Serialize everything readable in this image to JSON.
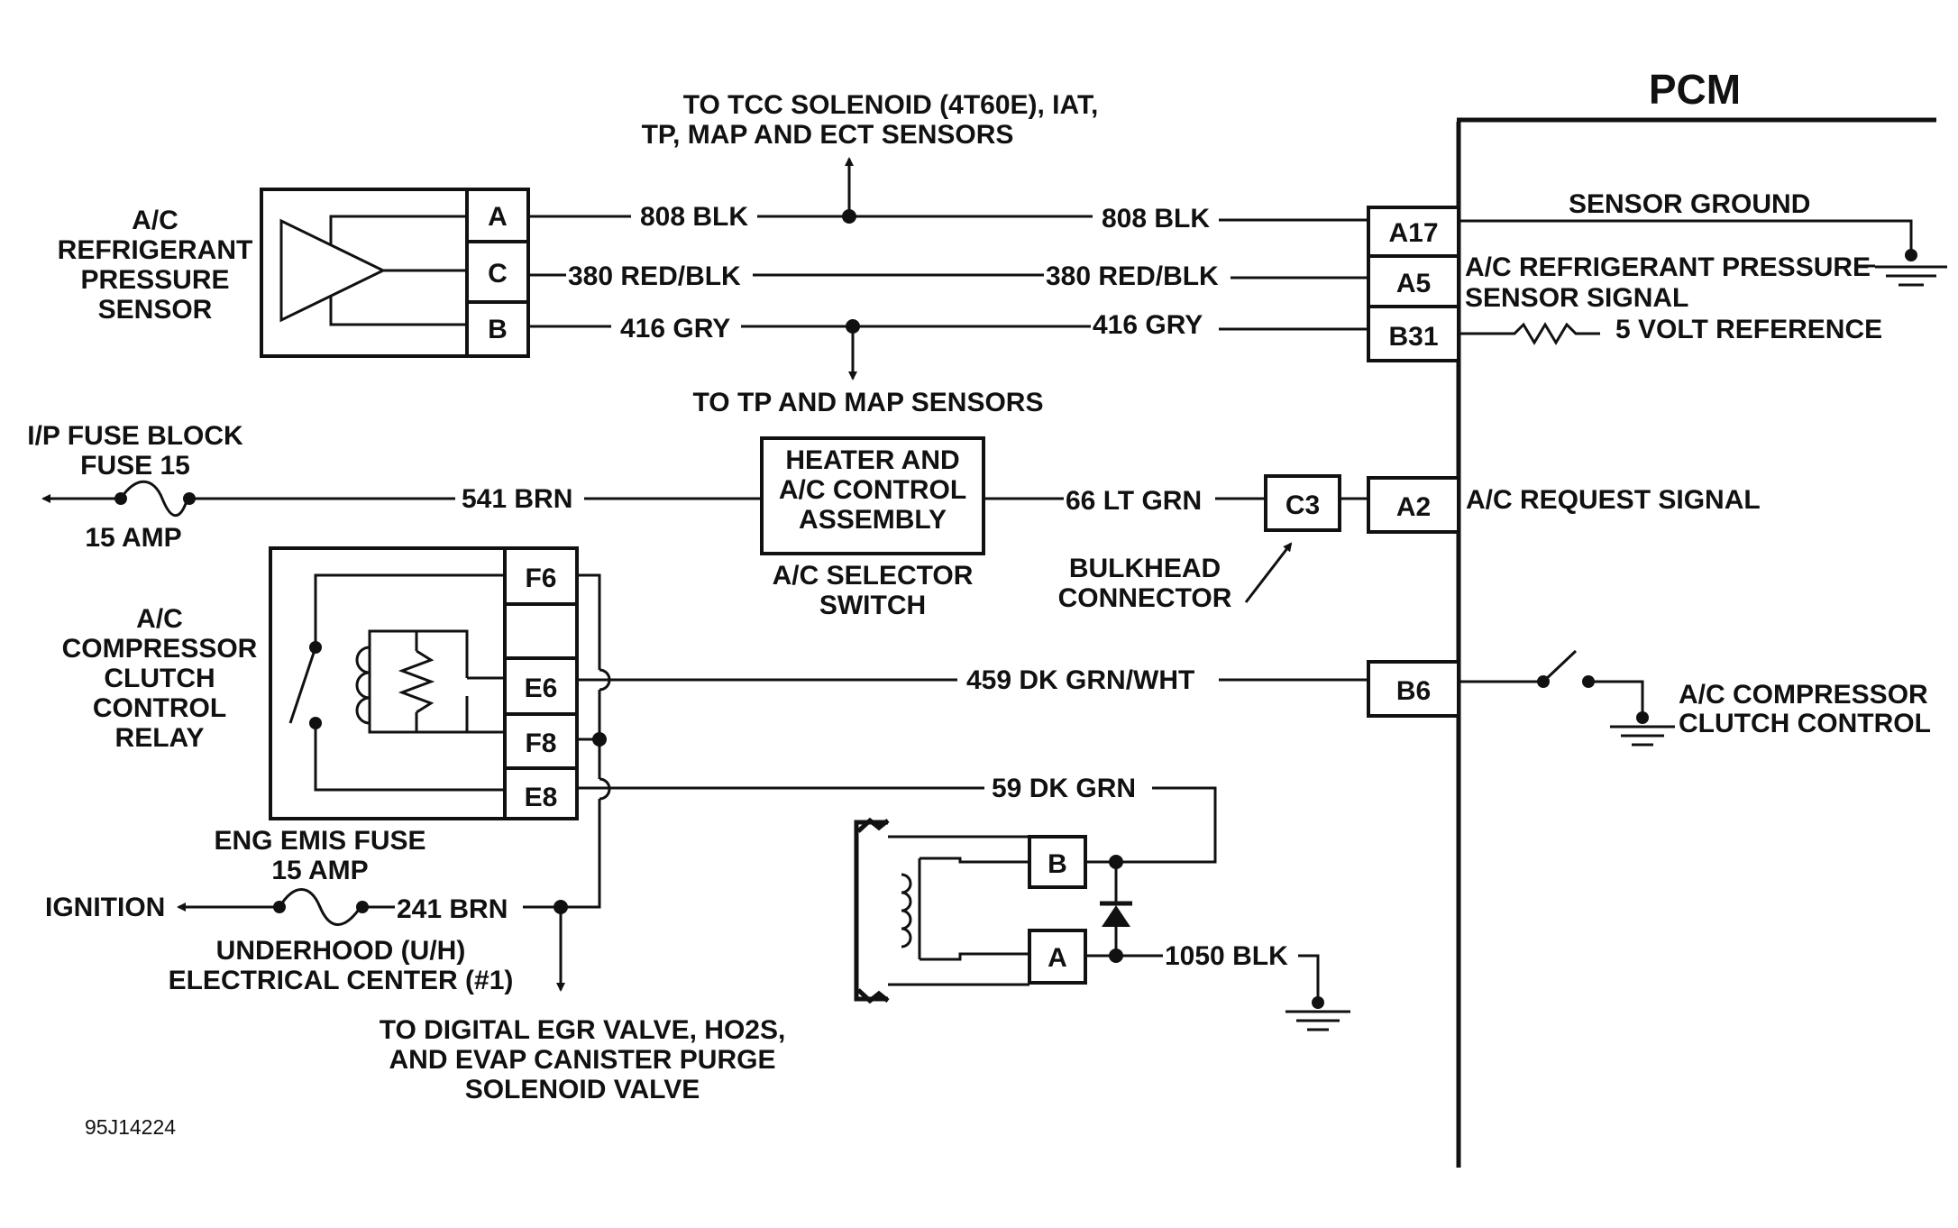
{
  "pcm": {
    "title": "PCM"
  },
  "pcm_pins": {
    "a17": "A17",
    "a5": "A5",
    "b31": "B31",
    "a2": "A2",
    "b6": "B6",
    "c3": "C3"
  },
  "pcm_labels": {
    "sensor_ground": "SENSOR GROUND",
    "pressure_signal_1": "A/C REFRIGERANT PRESSURE",
    "pressure_signal_2": "SENSOR SIGNAL",
    "five_volt": "5 VOLT REFERENCE",
    "ac_request": "A/C REQUEST SIGNAL",
    "clutch_control_1": "A/C COMPRESSOR",
    "clutch_control_2": "CLUTCH CONTROL"
  },
  "sensor": {
    "label": [
      "A/C",
      "REFRIGERANT",
      "PRESSURE",
      "SENSOR"
    ],
    "pins": {
      "a": "A",
      "c": "C",
      "b": "B"
    }
  },
  "wires": {
    "w808_left": "808 BLK",
    "w808_right": "808 BLK",
    "w380_left": "380 RED/BLK",
    "w380_right": "380 RED/BLK",
    "w416_left": "416 GRY",
    "w416_right": "416 GRY",
    "w541": "541 BRN",
    "w66": "66 LT GRN",
    "w459": "459 DK GRN/WHT",
    "w59": "59 DK GRN",
    "w241": "241 BRN",
    "w1050": "1050 BLK"
  },
  "notes": {
    "tcc_1": "TO TCC SOLENOID (4T60E), IAT,",
    "tcc_2": "TP, MAP AND ECT SENSORS",
    "tp_map": "TO TP AND MAP SENSORS",
    "egr_1": "TO DIGITAL EGR VALVE, HO2S,",
    "egr_2": "AND EVAP CANISTER PURGE",
    "egr_3": "SOLENOID VALVE"
  },
  "fuse_ip": {
    "line1": "I/P FUSE BLOCK",
    "line2": "FUSE 15",
    "rating": "15 AMP"
  },
  "hvac": {
    "box": [
      "HEATER AND",
      "A/C CONTROL",
      "ASSEMBLY"
    ],
    "caption": [
      "A/C SELECTOR",
      "SWITCH"
    ]
  },
  "bulkhead": [
    "BULKHEAD",
    "CONNECTOR"
  ],
  "relay": {
    "label": [
      "A/C",
      "COMPRESSOR",
      "CLUTCH",
      "CONTROL",
      "RELAY"
    ],
    "pins": {
      "f6": "F6",
      "e6": "E6",
      "f8": "F8",
      "e8": "E8"
    }
  },
  "eng_fuse": {
    "line1": "ENG EMIS FUSE",
    "line2": "15 AMP",
    "ignition": "IGNITION",
    "center_1": "UNDERHOOD (U/H)",
    "center_2": "ELECTRICAL CENTER (#1)"
  },
  "clutch": {
    "pins": {
      "b": "B",
      "a": "A"
    }
  },
  "figure_id": "95J14224"
}
